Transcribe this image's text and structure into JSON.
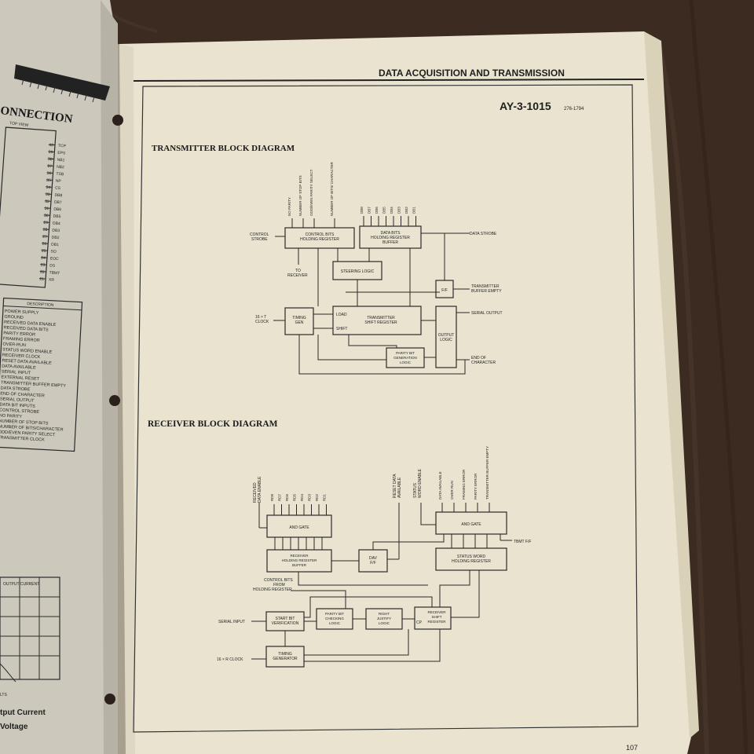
{
  "left_page": {
    "heading": "ONNECTION",
    "subheading": "TOP VIEW",
    "pins": [
      {
        "n": "40",
        "label": "TCP"
      },
      {
        "n": "39",
        "label": "EPS"
      },
      {
        "n": "38",
        "label": "NB1"
      },
      {
        "n": "37",
        "label": "NB2"
      },
      {
        "n": "36",
        "label": "TSB"
      },
      {
        "n": "35",
        "label": "NP"
      },
      {
        "n": "34",
        "label": "CS"
      },
      {
        "n": "33",
        "label": "DB8"
      },
      {
        "n": "32",
        "label": "DB7"
      },
      {
        "n": "31",
        "label": "DB6"
      },
      {
        "n": "30",
        "label": "DB5"
      },
      {
        "n": "29",
        "label": "DB4"
      },
      {
        "n": "28",
        "label": "DB3"
      },
      {
        "n": "27",
        "label": "DB2"
      },
      {
        "n": "26",
        "label": "DB1"
      },
      {
        "n": "25",
        "label": "SO"
      },
      {
        "n": "24",
        "label": "EOC"
      },
      {
        "n": "23",
        "label": "DS"
      },
      {
        "n": "22",
        "label": "TBMT"
      },
      {
        "n": "21",
        "label": "XR"
      }
    ],
    "description_header": "DESCRIPTION",
    "descriptions": [
      "POWER SUPPLY",
      "GROUND",
      "RECEIVED DATA ENABLE",
      "RECEIVED DATA BITS",
      "PARITY ERROR",
      "FRAMING ERROR",
      "OVER-RUN",
      "STATUS WORD ENABLE",
      "RECEIVER CLOCK",
      "RESET DATA AVAILABLE",
      "DATA AVAILABLE",
      "SERIAL INPUT",
      "EXTERNAL RESET",
      "TRANSMITTER BUFFER EMPTY",
      "DATA STROBE",
      "END OF CHARACTER",
      "SERIAL OUTPUT",
      "DATA BIT INPUTS",
      "CONTROL STROBE",
      "NO PARITY",
      "NUMBER OF STOP BITS",
      "NUMBER OF BITS/CHARACTER",
      "ODD/EVEN PARITY SELECT",
      "TRANSMITTER CLOCK"
    ],
    "graph_title": "OUTPUT CURRENT",
    "axis_label": "LTS",
    "caption_1": "tput Current",
    "caption_2": "Voltage"
  },
  "right_page": {
    "header": "DATA ACQUISITION AND TRANSMISSION",
    "part_number": "AY-3-1015",
    "part_suffix": "276-1794",
    "transmitter_title": "TRANSMITTER BLOCK DIAGRAM",
    "receiver_title": "RECEIVER BLOCK DIAGRAM",
    "page_number": "107"
  },
  "transmitter": {
    "control_inputs": [
      "NO PARITY",
      "NUMBER OF STOP BITS",
      "ODD/EVEN PARITY SELECT",
      "NUMBER OF BITS/ CHARACTER"
    ],
    "data_inputs": [
      "DB8",
      "DB7",
      "DB6",
      "DB5",
      "DB4",
      "DB3",
      "DB2",
      "DB1"
    ],
    "control_strobe": "CONTROL STROBE",
    "control_bits_reg": "CONTROL BITS HOLDING REGISTER",
    "data_bits_reg": "DATA BITS HOLDING REGISTER BUFFER",
    "data_strobe": "DATA STROBE",
    "to_receiver": "TO RECEIVER",
    "steering_logic": "STEERING LOGIC",
    "ff": "F/F",
    "tbe": "TRANSMITTER BUFFER EMPTY",
    "clock_in": "16 × T CLOCK",
    "timing_gen": "TIMING GEN",
    "load": "LOAD",
    "shift": "SHIFT",
    "shift_reg": "TRANSMITTER SHIFT REGISTER",
    "output_logic": "OUTPUT LOGIC",
    "serial_output": "SERIAL OUTPUT",
    "parity_gen": "PARITY BIT GENERATION LOGIC",
    "end_of_char": "END OF CHARACTER"
  },
  "receiver": {
    "enable": "RECEIVED DATA ENABLE",
    "data_outputs": [
      "RD8",
      "RD7",
      "RD6",
      "RD5",
      "RD4",
      "RD3",
      "RD2",
      "RD1"
    ],
    "reset_da": "RESET DATA AVAILABLE",
    "status_enable": "STATUS WORD ENABLE",
    "status_outputs": [
      "DATA AVAILABLE",
      "OVER RUN",
      "FRAMING ERROR",
      "PARITY ERROR",
      "TRANSMITTER BUFFER EMPTY"
    ],
    "and_gate": "AND GATE",
    "tbmt": "TBMT F/F",
    "holding_reg": "RECEIVER HOLDING REGISTER BUFFER",
    "dav": "DAV F/F",
    "status_reg": "STATUS WORD HOLDING REGISTER",
    "control_bits": "CONTROL BITS FROM HOLDING REGISTER",
    "serial_input": "SERIAL INPUT",
    "start_bit": "START BIT VERIFICATION",
    "parity_check": "PARITY BIT CHECKING LOGIC",
    "right_justify": "RIGHT JUSTIFY LOGIC",
    "shift_reg": "RECEIVER SHIFT REGISTER",
    "clock_in": "16 × R CLOCK",
    "timing_gen": "TIMING GENERATOR",
    "cp": "CP"
  },
  "colors": {
    "wood": "#3a2a20",
    "page": "#ece6d3",
    "left_page": "#d6d1c5",
    "ink": "#1f1f1f"
  }
}
